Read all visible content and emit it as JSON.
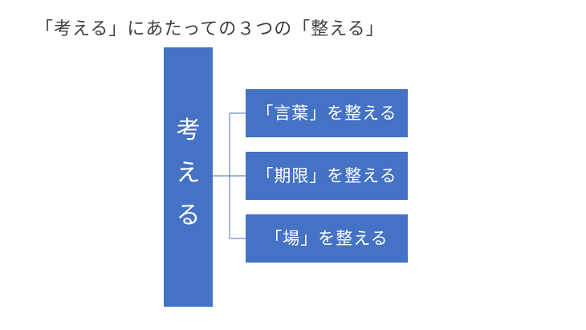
{
  "title": "「考える」にあたっての３つの「整える」",
  "main": {
    "label": "考\nえ\nる",
    "color": "#4472c4"
  },
  "branches": [
    {
      "label": "「言葉」を整える"
    },
    {
      "label": "「期限」を整える"
    },
    {
      "label": "「場」を整える"
    }
  ],
  "colors": {
    "box_fill": "#4472c4",
    "box_text": "#ffffff",
    "connector": "#4472c4",
    "title_text": "#404040"
  }
}
